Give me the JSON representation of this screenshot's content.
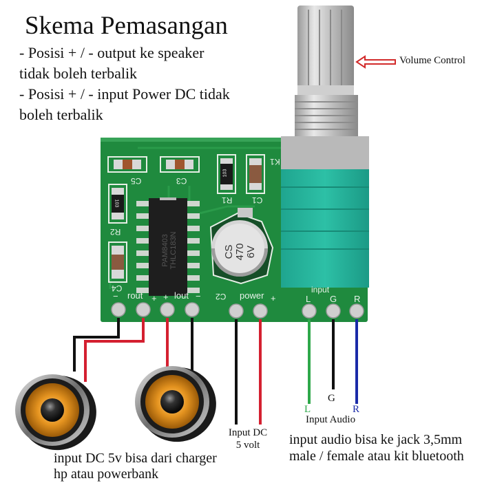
{
  "header": {
    "title": "Skema Pemasangan",
    "notes": [
      "- Posisi + / - output ke speaker",
      "tidak boleh terbalik",
      "- Posisi + / - input Power DC tidak",
      "boleh terbalik"
    ]
  },
  "potentiometer": {
    "label": "Volume Control",
    "arrow_color": "#d22a2a"
  },
  "pcb": {
    "color": "#1f8a3e",
    "components": {
      "C5": "C5",
      "C3": "C3",
      "R1": "R1",
      "C1": "C1",
      "R2": "R2",
      "C4": "C4",
      "K1": "K1",
      "r2_code": "103",
      "r1_code": "103",
      "ic_text_1": "PAM8403",
      "ic_text_2": "THLC183N",
      "cap_text_1": "CS",
      "cap_text_2": "470",
      "cap_text_3": "6V",
      "cap_ref": "C2"
    },
    "pins": {
      "minus_1": "−",
      "rout": "rout",
      "plus_1": "+",
      "plus_2": "+",
      "lout": "lout",
      "minus_2": "−",
      "power": "power",
      "power_plus": "+",
      "input": "input",
      "L": "L",
      "G": "G",
      "R": "R"
    }
  },
  "wires": {
    "colors": {
      "positive": "#d42030",
      "negative": "#111111",
      "left": "#2ea84a",
      "right": "#1a2aa8"
    }
  },
  "labels": {
    "input_dc_line1": "Input DC",
    "input_dc_line2": "5 volt",
    "audio_L": "L",
    "audio_G": "G",
    "audio_R": "R",
    "input_audio": "Input Audio",
    "dc_note_line1": "input DC 5v bisa dari charger",
    "dc_note_line2": "hp atau powerbank",
    "audio_note_line1": "input audio bisa ke jack 3,5mm",
    "audio_note_line2": "male / female atau kit bluetooth"
  },
  "speakers": [
    {
      "name": "right-speaker"
    },
    {
      "name": "left-speaker"
    }
  ]
}
